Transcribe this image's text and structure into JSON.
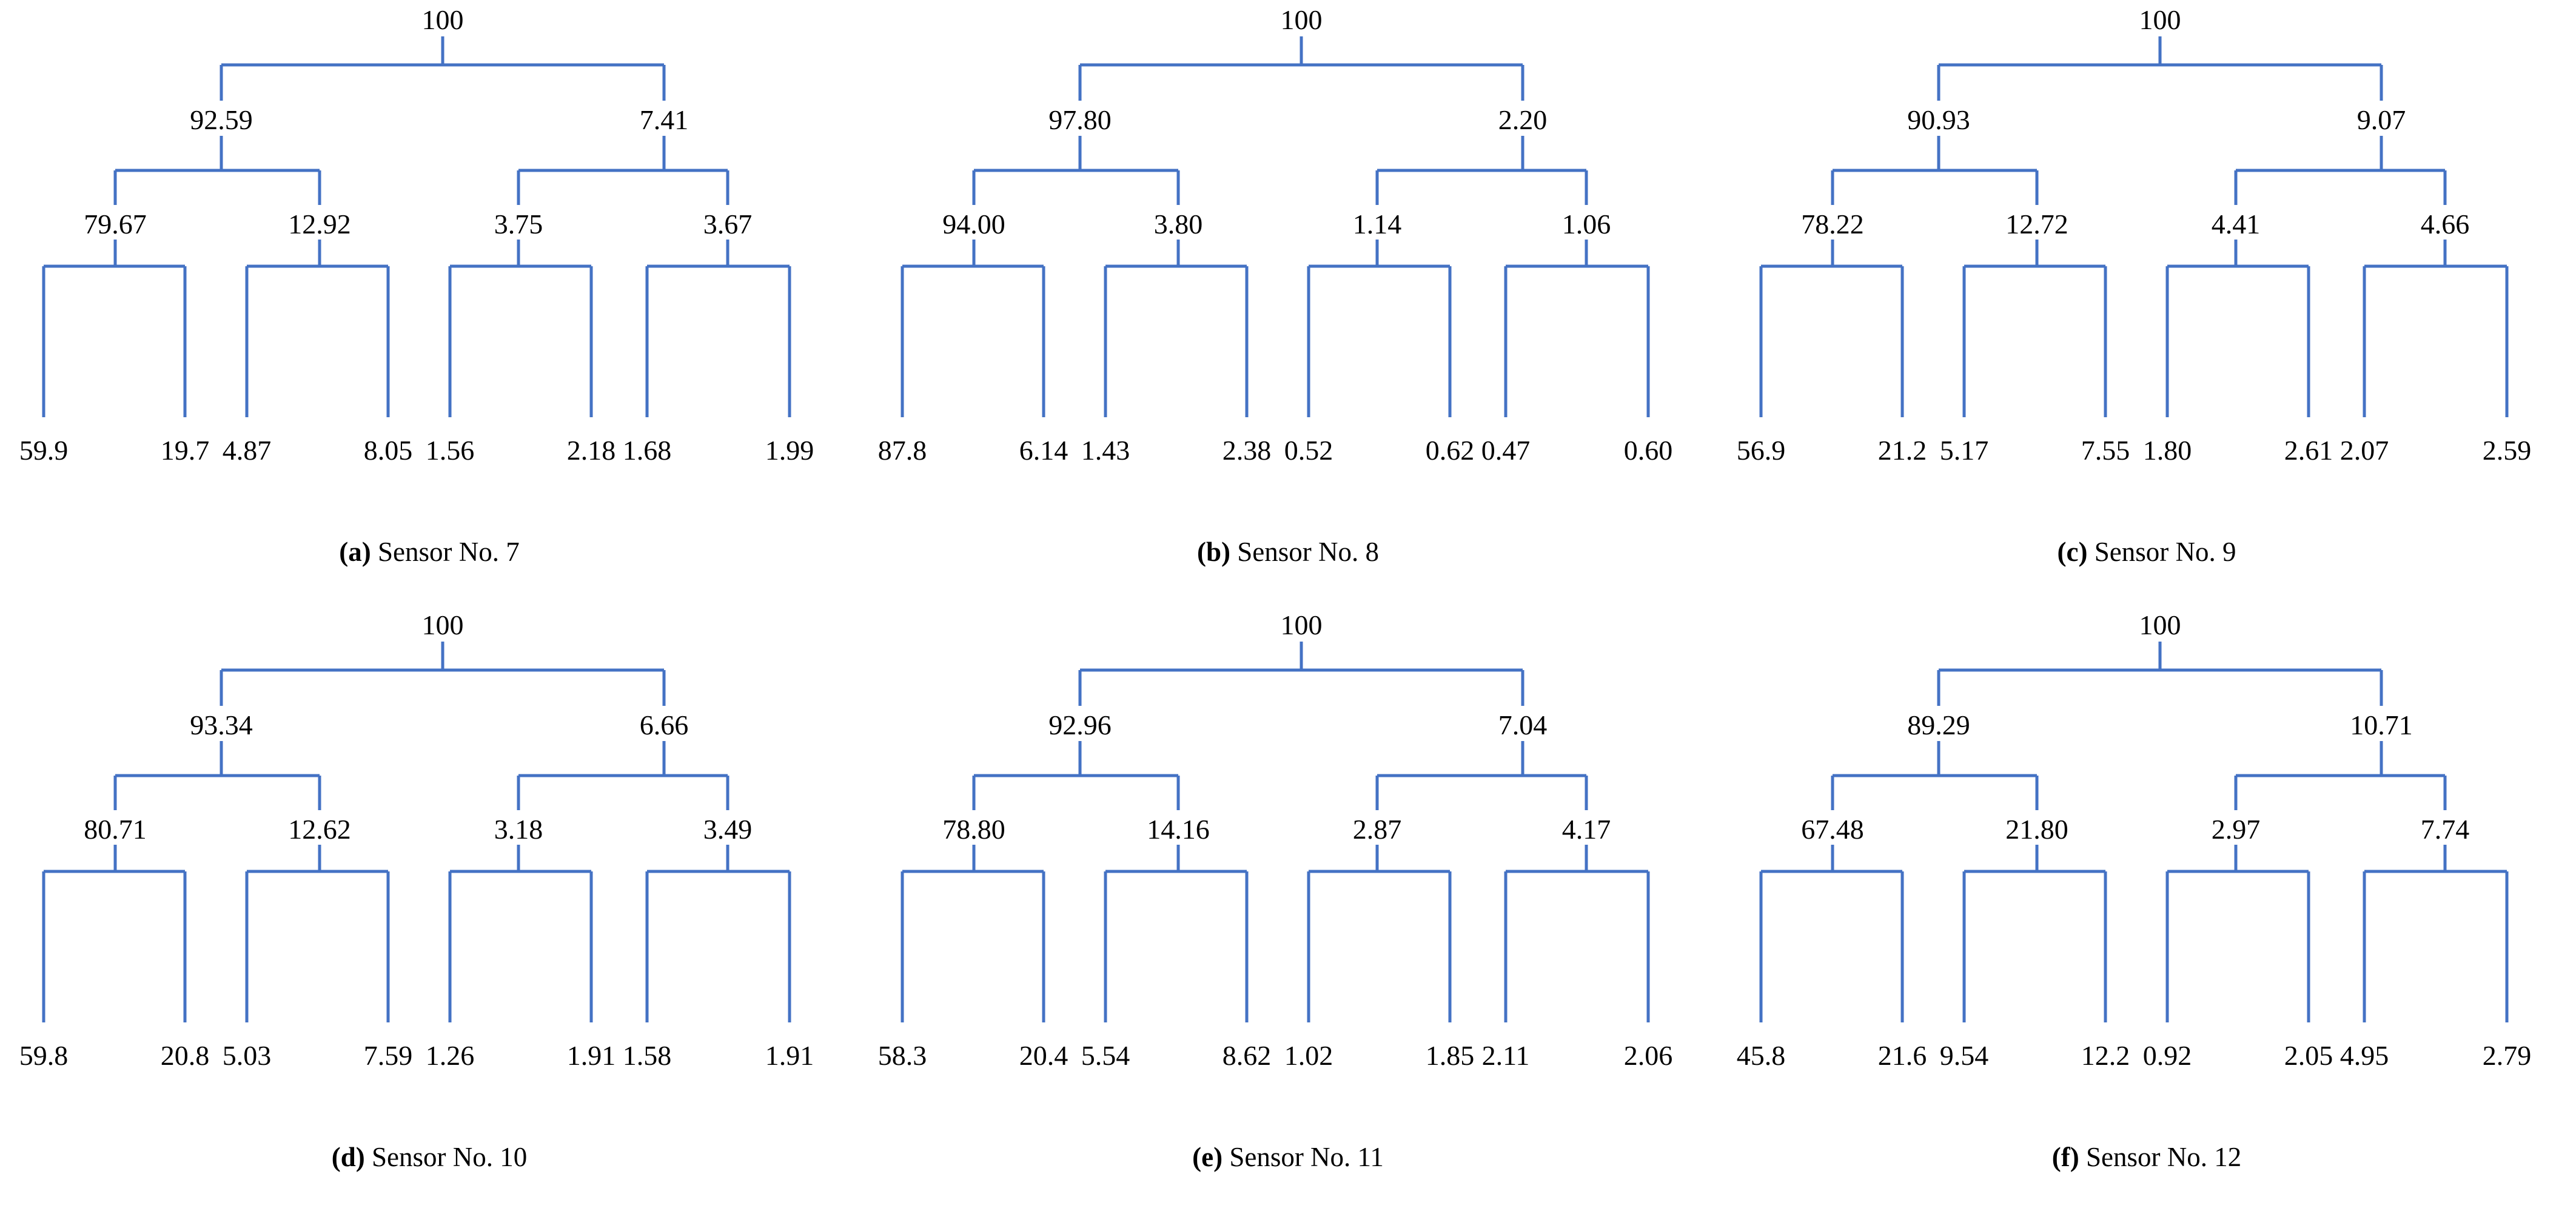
{
  "figure": {
    "type": "hierarchical-tree-grid",
    "rows": 2,
    "columns": 3,
    "background_color": "#ffffff",
    "edge_color": "#4472C4",
    "text_color": "#000000"
  },
  "chart_data": {
    "type": "tree",
    "title": "",
    "description": "Six 4-level binary decomposition trees (energy percentage distribution) for sensors 7 through 12",
    "edge_color": "#4472C4",
    "levels": 4,
    "level_node_counts": [
      1,
      2,
      4,
      8
    ],
    "panels": [
      {
        "tag": "(a)",
        "label": "Sensor No. 7",
        "caption_tag": "(a)",
        "caption_text": "Sensor No. 7",
        "level0": [
          "100"
        ],
        "level1": [
          "92.59",
          "7.41"
        ],
        "level2": [
          "79.67",
          "12.92",
          "3.75",
          "3.67"
        ],
        "level3": [
          "59.9",
          "19.7",
          "4.87",
          "8.05",
          "1.56",
          "2.18",
          "1.68",
          "1.99"
        ]
      },
      {
        "tag": "(b)",
        "label": "Sensor No. 8",
        "caption_tag": "(b)",
        "caption_text": "Sensor No. 8",
        "level0": [
          "100"
        ],
        "level1": [
          "97.80",
          "2.20"
        ],
        "level2": [
          "94.00",
          "3.80",
          "1.14",
          "1.06"
        ],
        "level3": [
          "87.8",
          "6.14",
          "1.43",
          "2.38",
          "0.52",
          "0.62",
          "0.47",
          "0.60"
        ]
      },
      {
        "tag": "(c)",
        "label": "Sensor No. 9",
        "caption_tag": "(c)",
        "caption_text": "Sensor No. 9",
        "level0": [
          "100"
        ],
        "level1": [
          "90.93",
          "9.07"
        ],
        "level2": [
          "78.22",
          "12.72",
          "4.41",
          "4.66"
        ],
        "level3": [
          "56.9",
          "21.2",
          "5.17",
          "7.55",
          "1.80",
          "2.61",
          "2.07",
          "2.59"
        ]
      },
      {
        "tag": "(d)",
        "label": "Sensor No. 10",
        "caption_tag": "(d)",
        "caption_text": "Sensor No. 10",
        "level0": [
          "100"
        ],
        "level1": [
          "93.34",
          "6.66"
        ],
        "level2": [
          "80.71",
          "12.62",
          "3.18",
          "3.49"
        ],
        "level3": [
          "59.8",
          "20.8",
          "5.03",
          "7.59",
          "1.26",
          "1.91",
          "1.58",
          "1.91"
        ]
      },
      {
        "tag": "(e)",
        "label": "Sensor No. 11",
        "caption_tag": "(e)",
        "caption_text": "Sensor No. 11",
        "level0": [
          "100"
        ],
        "level1": [
          "92.96",
          "7.04"
        ],
        "level2": [
          "78.80",
          "14.16",
          "2.87",
          "4.17"
        ],
        "level3": [
          "58.3",
          "20.4",
          "5.54",
          "8.62",
          "1.02",
          "1.85",
          "2.11",
          "2.06"
        ]
      },
      {
        "tag": "(f)",
        "label": "Sensor No. 12",
        "caption_tag": "(f)",
        "caption_text": "Sensor No. 12",
        "level0": [
          "100"
        ],
        "level1": [
          "89.29",
          "10.71"
        ],
        "level2": [
          "67.48",
          "21.80",
          "2.97",
          "7.74"
        ],
        "level3": [
          "45.8",
          "21.6",
          "9.54",
          "12.2",
          "0.92",
          "2.05",
          "4.95",
          "2.79"
        ]
      }
    ]
  }
}
